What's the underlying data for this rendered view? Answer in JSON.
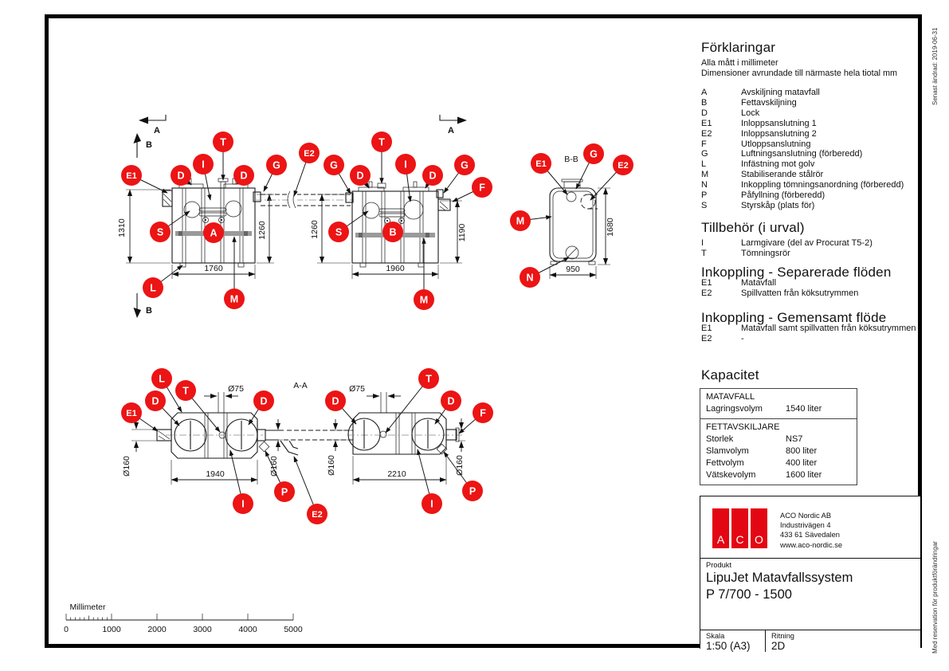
{
  "edge_notes": {
    "top_right": "Senast ändrad: 2019-06-31",
    "bottom_right": "Med reservation för produktförändringar"
  },
  "legend": {
    "title": "Förklaringar",
    "note1": "Alla mått i millimeter",
    "note2": "Dimensioner avrundade till närmaste hela tiotal mm",
    "items": [
      {
        "key": "A",
        "desc": "Avskiljning matavfall"
      },
      {
        "key": "B",
        "desc": "Fettavskiljning"
      },
      {
        "key": "D",
        "desc": "Lock"
      },
      {
        "key": "E1",
        "desc": "Inloppsanslutning 1"
      },
      {
        "key": "E2",
        "desc": "Inloppsanslutning 2"
      },
      {
        "key": "F",
        "desc": "Utloppsanslutning"
      },
      {
        "key": "G",
        "desc": "Luftningsanslutning (förberedd)"
      },
      {
        "key": "L",
        "desc": "Infästning mot golv"
      },
      {
        "key": "M",
        "desc": "Stabiliserande stålrör"
      },
      {
        "key": "N",
        "desc": "Inkoppling tömningsanordning (förberedd)"
      },
      {
        "key": "P",
        "desc": "Påfyllning (förberedd)"
      },
      {
        "key": "S",
        "desc": "Styrskåp (plats för)"
      }
    ]
  },
  "accessories": {
    "title": "Tillbehör (i urval)",
    "items": [
      {
        "key": "I",
        "desc": "Larmgivare (del av Procurat T5-2)"
      },
      {
        "key": "T",
        "desc": "Tömningsrör"
      }
    ]
  },
  "inlet_separate": {
    "title": "Inkoppling - Separerade flöden",
    "items": [
      {
        "key": "E1",
        "desc": "Matavfall"
      },
      {
        "key": "E2",
        "desc": "Spillvatten från köksutrymmen"
      }
    ]
  },
  "inlet_common": {
    "title": "Inkoppling - Gemensamt flöde",
    "items": [
      {
        "key": "E1",
        "desc": "Matavfall samt spillvatten från köksutrymmen"
      },
      {
        "key": "E2",
        "desc": "-"
      }
    ]
  },
  "capacity": {
    "title": "Kapacitet",
    "sections": [
      {
        "header": "MATAVFALL",
        "rows": [
          {
            "label": "Lagringsvolym",
            "value": "1540 liter"
          }
        ]
      },
      {
        "header": "FETTAVSKILJARE",
        "rows": [
          {
            "label": "Storlek",
            "value": "NS7"
          },
          {
            "label": "Slamvolym",
            "value": "800 liter"
          },
          {
            "label": "Fettvolym",
            "value": "400 liter"
          },
          {
            "label": "Vätskevolym",
            "value": "1600 liter"
          }
        ]
      }
    ]
  },
  "titleblock": {
    "logo_letters": [
      "A",
      "C",
      "O"
    ],
    "logo_color": "#e30613",
    "company": "ACO Nordic AB",
    "address": "Industrivägen 4",
    "postal": "433 61  Sävedalen",
    "website": "www.aco-nordic.se",
    "product_label": "Produkt",
    "product_line1": "LipuJet Matavfallssystem",
    "product_line2": "P 7/700 - 1500",
    "scale_label": "Skala",
    "scale_value": "1:50 (A3)",
    "drawing_label": "Ritning",
    "drawing_value": "2D"
  },
  "scalebar": {
    "title": "Millimeter",
    "ticks": [
      "0",
      "1000",
      "2000",
      "3000",
      "4000",
      "5000"
    ]
  },
  "drawing": {
    "badge_color": "#ec1414",
    "badges": {
      "A": "A",
      "B": "B",
      "D": "D",
      "E1": "E1",
      "E2": "E2",
      "F": "F",
      "G": "G",
      "I": "I",
      "L": "L",
      "M": "M",
      "N": "N",
      "P": "P",
      "S": "S",
      "T": "T"
    },
    "sections": {
      "a": "A",
      "b": "B",
      "bb_title": "B-B",
      "aa_title": "A-A"
    },
    "view1": {
      "dim_left": "1310",
      "dim_right": "1260",
      "dim_bottom": "1760"
    },
    "view2": {
      "dim_left": "1260",
      "dim_right": "1190",
      "dim_bottom": "1960"
    },
    "view_bb": {
      "dim_right": "1680",
      "dim_bottom": "950"
    },
    "plan1": {
      "dim_top": "Ø75",
      "dim_left": "Ø160",
      "dim_right": "Ø160",
      "dim_bottom": "1940"
    },
    "plan2": {
      "dim_top": "Ø75",
      "dim_left": "Ø160",
      "dim_right": "Ø160",
      "dim_bottom": "2210"
    }
  }
}
